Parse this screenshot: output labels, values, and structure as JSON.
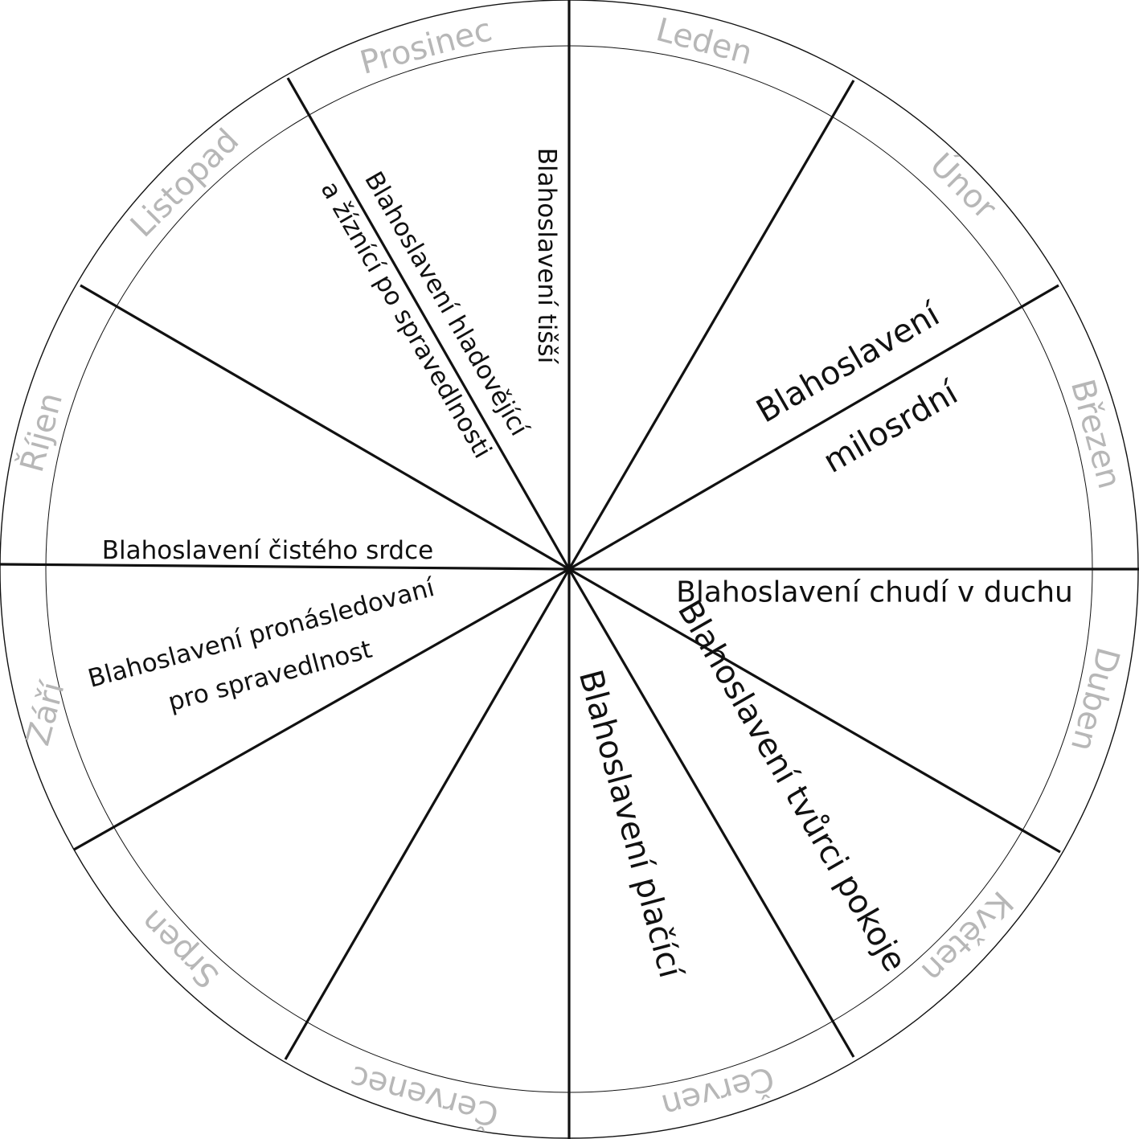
{
  "months": {
    "leden": "Leden",
    "unor": "Únor",
    "brezen": "Březen",
    "duben": "Duben",
    "kveten": "Květen",
    "cerven": "Červen",
    "cervenec": "Červenec",
    "srpen": "Srpen",
    "zari": "Září",
    "rijen": "Říjen",
    "listopad": "Listopad",
    "prosinec": "Prosinec"
  },
  "beatitudes": {
    "chudi": "Blahoslavení chudí v duchu",
    "milosrdni_1": "Blahoslavení",
    "milosrdni_2": "milosrdní",
    "tissi": "Blahoslavení tišší",
    "hladoveji_1": "Blahoslavení hladovějící",
    "hladoveji_2": "a žíznící po spravedlnosti",
    "cisteho": "Blahoslavení čistého srdce",
    "pronasledovani_1": "Blahoslavení pronásledovaní",
    "pronasledovani_2": "pro spravedlnost",
    "placici": "Blahoslavení plačící",
    "tvurci": "Blahoslavení tvůrci pokoje"
  },
  "colors": {
    "month_label": "#b7b7b7",
    "lines": "#111111",
    "background": "#ffffff"
  }
}
